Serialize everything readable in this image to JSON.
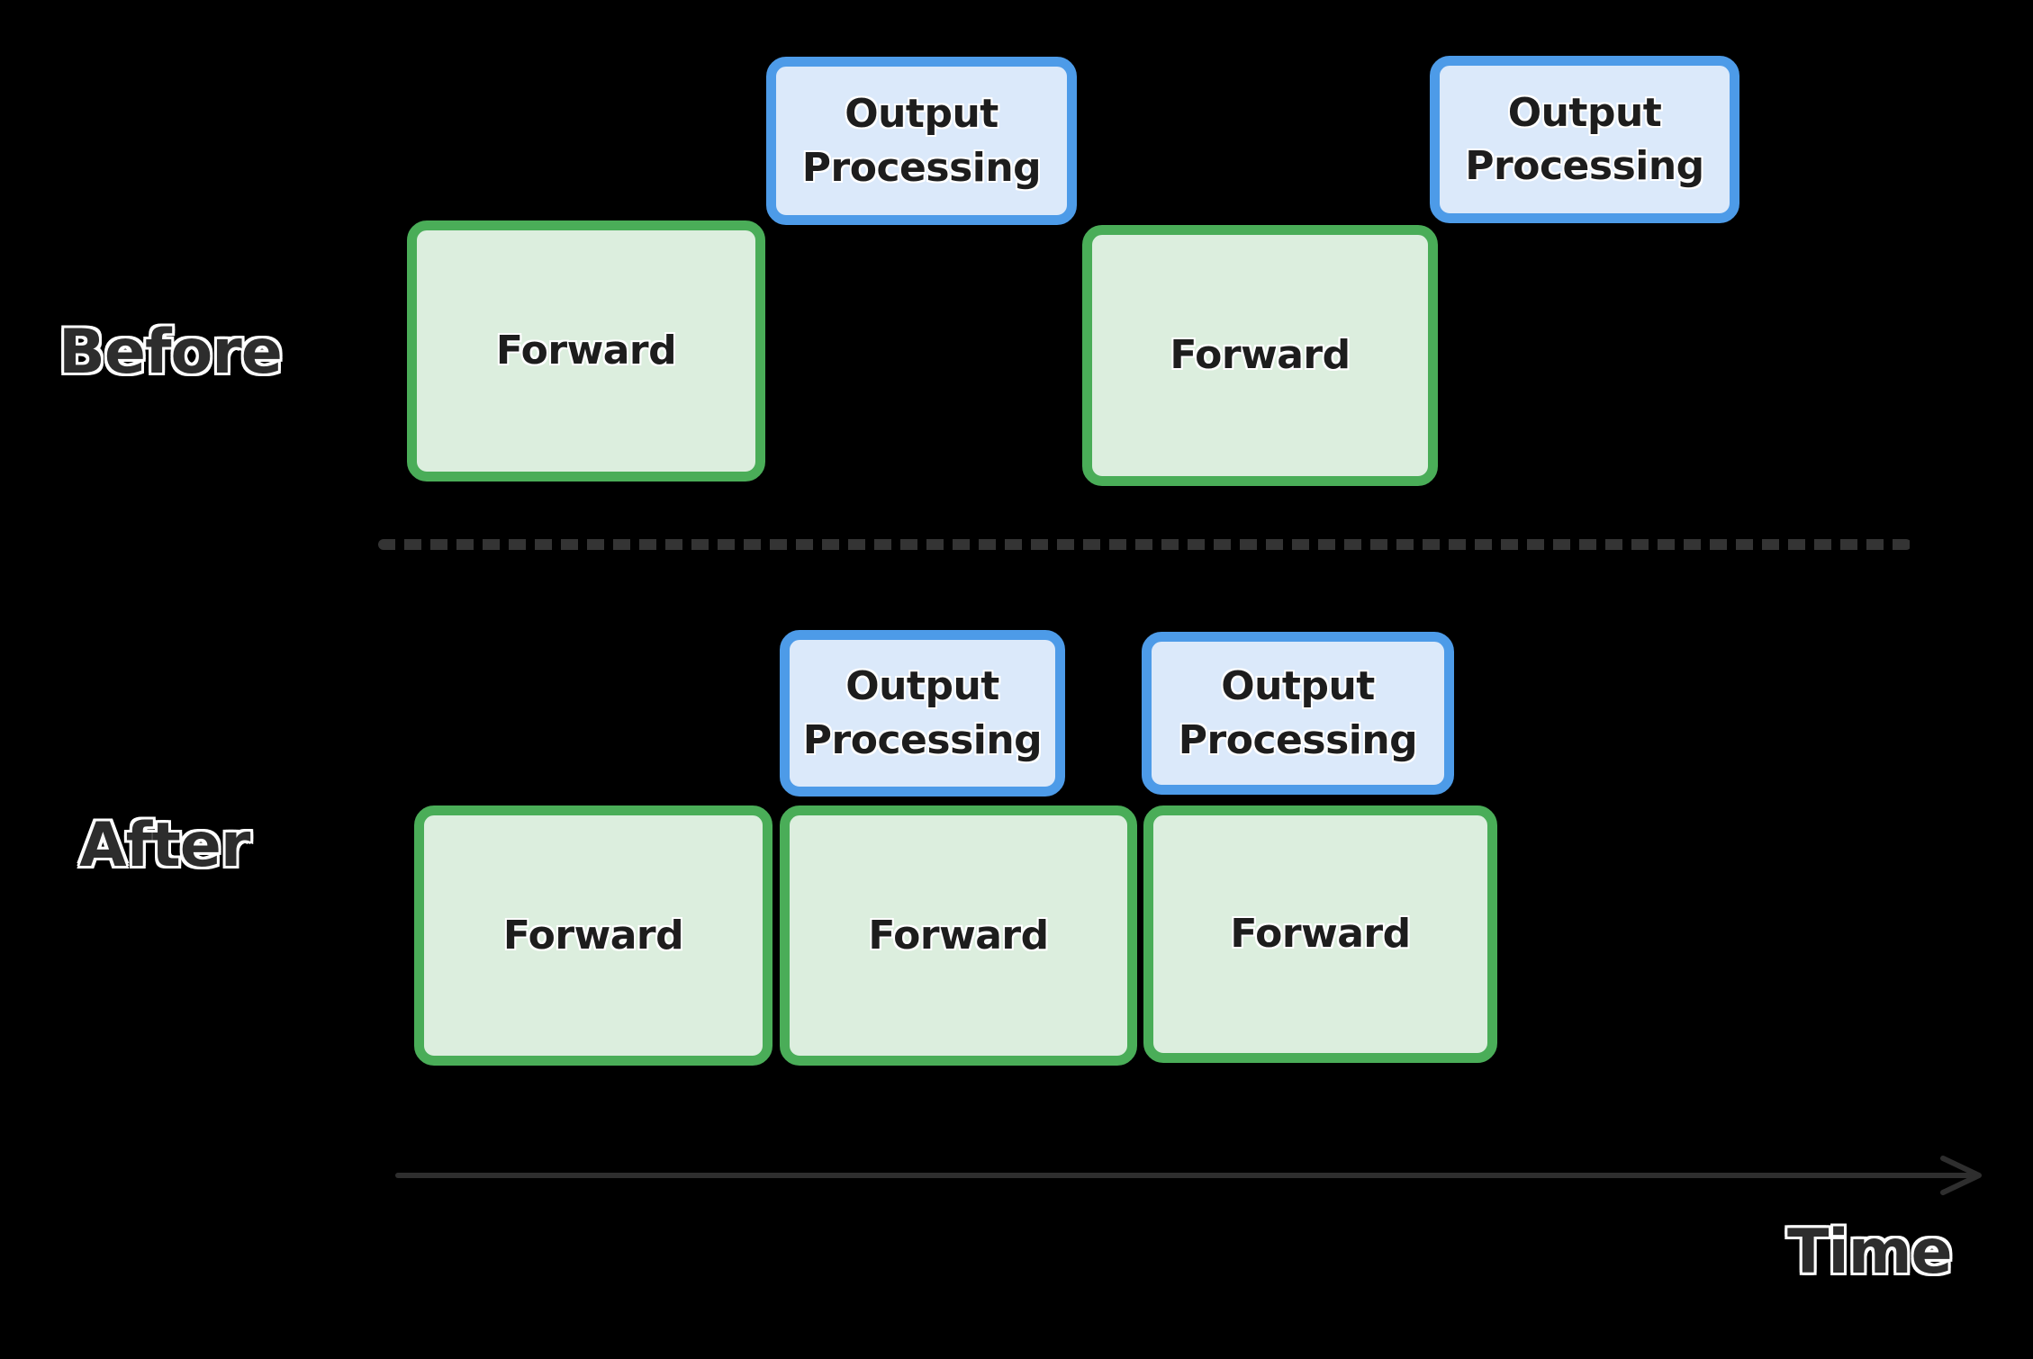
{
  "rows": [
    {
      "name": "before",
      "label": "Before",
      "blocks": [
        {
          "kind": "forward",
          "label": "Forward"
        },
        {
          "kind": "output-processing",
          "label": "Output Processing"
        },
        {
          "kind": "forward",
          "label": "Forward"
        },
        {
          "kind": "output-processing",
          "label": "Output Processing"
        }
      ]
    },
    {
      "name": "after",
      "label": "After",
      "blocks": [
        {
          "kind": "output-processing",
          "label": "Output Processing"
        },
        {
          "kind": "output-processing",
          "label": "Output Processing"
        },
        {
          "kind": "forward",
          "label": "Forward"
        },
        {
          "kind": "forward",
          "label": "Forward"
        },
        {
          "kind": "forward",
          "label": "Forward"
        }
      ]
    }
  ],
  "axis": {
    "label": "Time"
  },
  "colors": {
    "background": "#000000",
    "forward_fill": "#dceede",
    "forward_border": "#4aad58",
    "output_fill": "#dbe9fa",
    "output_border": "#4d9be8",
    "box_text": "#1d1d1d",
    "section_label_text": "#2d2d2d",
    "divider_dash": "#343434",
    "time_arrow": "#2e2e2e"
  }
}
